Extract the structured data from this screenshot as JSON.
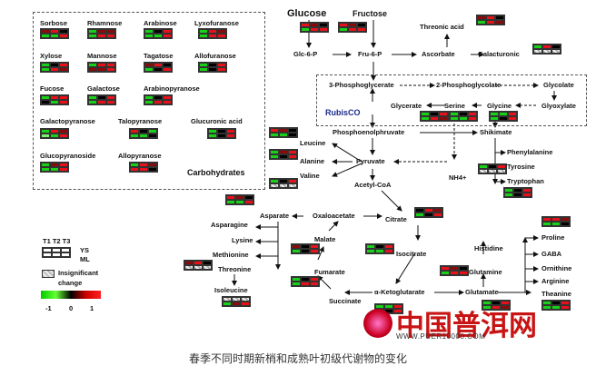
{
  "labels": {
    "carbohydrates": "Carbohydrates",
    "glucose": "Glucose",
    "fructose": "Fructose",
    "glc6p": "Glc-6-P",
    "fru6p": "Fru-6-P",
    "threonic": "Threonic acid",
    "ascorbate": "Ascorbate",
    "galacturonic": "Galacturonic",
    "pga": "3-Phosphoglycerate",
    "ppg": "2-Phosphoglycolate",
    "glycolate": "Glycolate",
    "rubisco": "RubisCO",
    "glycerate": "Glycerate",
    "serine": "Serine",
    "glycine": "Glycine",
    "glyoxylate": "Glyoxylate",
    "pep": "Phosphoenolphruvate",
    "shikimate": "Shikimate",
    "phe": "Phenylalanine",
    "tyr": "Tyrosine",
    "trp": "Tryptophan",
    "leu": "Leucine",
    "ala": "Alanine",
    "val": "Valine",
    "pyr": "Pyruvate",
    "accoa": "Acetyl-CoA",
    "nh4": "NH4+",
    "asparagine": "Asparagine",
    "aspartate": "Asparate",
    "lys": "Lysine",
    "met": "Methionine",
    "thr": "Threonine",
    "ile": "Isoleucine",
    "oaa": "Oxaloacetate",
    "malate": "Malate",
    "citrate": "Citrate",
    "isocitrate": "Isocitrate",
    "fumarate": "Fumarate",
    "akg": "α-Ketoglutarate",
    "succinate": "Succinate",
    "his": "Histidine",
    "glutamine": "Glutamine",
    "glutamate": "Glutamate",
    "proline": "Proline",
    "gaba": "GABA",
    "orn": "Ornithine",
    "arg": "Arginine",
    "theanine": "Theanine",
    "sorbose": "Sorbose",
    "rhamnose": "Rhamnose",
    "arabinose": "Arabinose",
    "lyxofuranose": "Lyxofuranose",
    "xylose": "Xylose",
    "mannose": "Mannose",
    "tagatose": "Tagatose",
    "allofuranose": "Allofuranose",
    "fucose": "Fucose",
    "galactose": "Galactose",
    "arabinopyranose": "Arabinopyranose",
    "galactopyranose": "Galactopyranose",
    "talopyranose": "Talopyranose",
    "glucuronic": "Glucuronic acid",
    "glucopyranoside": "Glucopyranoside",
    "allopyranose": "Allopyranose"
  },
  "legend": {
    "t_header": "T1 T2 T3",
    "ys": "YS",
    "ml": "ML",
    "insig_line1": "Insignificant",
    "insig_line2": "change",
    "min": "-1",
    "zero": "0",
    "max": "1"
  },
  "watermark": {
    "name": "中国普洱网",
    "url": "WWW.PUER10000.COM"
  },
  "caption": "春季不同时期新梢和成熟叶初级代谢物的变化",
  "colors": {
    "red": "#e8111a",
    "dark_red": "#8a0a0a",
    "green": "#18d018",
    "light_green": "#7cf070",
    "black": "#000000",
    "gray": "#bbbbbb"
  },
  "heatmaps": {
    "sorbose": {
      "ys": [
        "dark_red",
        "red",
        "black"
      ],
      "ml": [
        "green",
        "green",
        "red"
      ]
    },
    "rhamnose": {
      "ys": [
        "green",
        "dark_red",
        "dark_red"
      ],
      "ml": [
        "green",
        "red",
        "red"
      ]
    },
    "arabinose": {
      "ys": [
        "green",
        "black",
        "red"
      ],
      "ml": [
        "green",
        "green",
        "red"
      ]
    },
    "lyxofuranose": {
      "ys": [
        "green",
        "red",
        "dark_red"
      ],
      "ml": [
        "green",
        "red",
        "red"
      ]
    },
    "xylose": {
      "ys": [
        "green",
        "black",
        "red"
      ],
      "ml": [
        "green",
        "red",
        "dark_red"
      ]
    },
    "mannose": {
      "ys": [
        "green",
        "red",
        "red"
      ],
      "ml": [
        "dark_red",
        "dark_red",
        "red"
      ]
    },
    "tagatose": {
      "ys": [
        "dark_red",
        "red",
        "black"
      ],
      "ml": [
        "green",
        "black",
        "red"
      ]
    },
    "allofuranose": {
      "ys": [
        "green",
        "black",
        "red"
      ],
      "ml": [
        "green",
        "black",
        "red"
      ]
    },
    "fucose": {
      "ys": [
        "green",
        "red",
        "red"
      ],
      "ml": [
        "black",
        "green",
        "red"
      ]
    },
    "galactose": {
      "ys": [
        "green",
        "black",
        "red"
      ],
      "ml": [
        "green",
        "red",
        "red"
      ]
    },
    "arabinopyranose": {
      "ys": [
        "green",
        "black",
        "red"
      ],
      "ml": [
        "green",
        "red",
        "red"
      ]
    },
    "galactopyranose": {
      "ys": [
        "green",
        "red",
        "dark_red"
      ],
      "ml": [
        "light_green",
        "green",
        "red"
      ]
    },
    "talopyranose": {
      "ys": [
        "red",
        "black",
        "green"
      ],
      "ml": [
        "green",
        "green",
        "black"
      ]
    },
    "glucuronic": {
      "ys": [
        "green",
        "black",
        "red"
      ],
      "ml": [
        "green",
        "black",
        "red"
      ]
    },
    "glucopyranoside": {
      "ys": [
        "green",
        "dark_red",
        "red"
      ],
      "ml": [
        "green",
        "green",
        "red"
      ]
    },
    "allopyranose": {
      "ys": [
        "green",
        "red",
        "dark_red"
      ],
      "ml": [
        "red",
        "red",
        "black"
      ]
    },
    "glucose": {
      "ys": [
        "red",
        "dark_red",
        "black"
      ],
      "ml": [
        "green",
        "red",
        "red"
      ]
    },
    "fructose": {
      "ys": [
        "red",
        "dark_red",
        "black"
      ],
      "ml": [
        "green",
        "red",
        "red"
      ]
    },
    "threonic": {
      "ys": [
        "dark_red",
        "red",
        "black"
      ],
      "ml": [
        "green",
        "red",
        "dark_red"
      ]
    },
    "galacturonic": {
      "ys": [
        "green",
        "red",
        "black"
      ],
      "ml": [
        "gray",
        "gray",
        "gray"
      ]
    },
    "glycerate": {
      "ys": [
        "green",
        "black",
        "red"
      ],
      "ml": [
        "green",
        "red",
        "dark_red"
      ]
    },
    "serine": {
      "ys": [
        "green",
        "black",
        "red"
      ],
      "ml": [
        "green",
        "green",
        "red"
      ]
    },
    "glycine": {
      "ys": [
        "green",
        "green",
        "red"
      ],
      "ml": [
        "green",
        "black",
        "red"
      ]
    },
    "leucine": {
      "ys": [
        "red",
        "dark_red",
        "black"
      ],
      "ml": [
        "green",
        "green",
        "black"
      ]
    },
    "alanine": {
      "ys": [
        "green",
        "dark_red",
        "red"
      ],
      "ml": [
        "green",
        "black",
        "red"
      ]
    },
    "valine": {
      "ys": [
        "green",
        "black",
        "red"
      ],
      "ml": [
        "gray",
        "gray",
        "gray"
      ]
    },
    "shikimate": {
      "ys": [
        "green",
        "black",
        "red"
      ],
      "ml": [
        "gray",
        "gray",
        "gray"
      ]
    },
    "tryptophan": {
      "ys": [
        "green",
        "black",
        "red"
      ],
      "ml": [
        "green",
        "black",
        "red"
      ]
    },
    "aspartate": {
      "ys": [
        "red",
        "dark_red",
        "black"
      ],
      "ml": [
        "green",
        "green",
        "red"
      ]
    },
    "citrate": {
      "ys": [
        "black",
        "red",
        "dark_red"
      ],
      "ml": [
        "green",
        "black",
        "red"
      ]
    },
    "malate": {
      "ys": [
        "dark_red",
        "black",
        "red"
      ],
      "ml": [
        "green",
        "black",
        "red"
      ]
    },
    "isocitrate": {
      "ys": [
        "green",
        "black",
        "red"
      ],
      "ml": [
        "green",
        "green",
        "red"
      ]
    },
    "threonine": {
      "ys": [
        "dark_red",
        "red",
        "black"
      ],
      "ml": [
        "gray",
        "gray",
        "gray"
      ]
    },
    "fumarate": {
      "ys": [
        "green",
        "black",
        "red"
      ],
      "ml": [
        "green",
        "red",
        "red"
      ]
    },
    "isoleucine": {
      "ys": [
        "gray",
        "gray",
        "gray"
      ],
      "ml": [
        "green",
        "dark_red",
        "red"
      ]
    },
    "succinate": {
      "ys": [
        "green",
        "green",
        "red"
      ],
      "ml": [
        "green",
        "black",
        "red"
      ]
    },
    "glutamine": {
      "ys": [
        "red",
        "dark_red",
        "black"
      ],
      "ml": [
        "green",
        "red",
        "red"
      ]
    },
    "glutamate": {
      "ys": [
        "green",
        "black",
        "red"
      ],
      "ml": [
        "green",
        "red",
        "dark_red"
      ]
    },
    "proline": {
      "ys": [
        "red",
        "red",
        "dark_red"
      ],
      "ml": [
        "green",
        "green",
        "black"
      ]
    },
    "theanine": {
      "ys": [
        "green",
        "black",
        "red"
      ],
      "ml": [
        "green",
        "green",
        "red"
      ]
    }
  }
}
